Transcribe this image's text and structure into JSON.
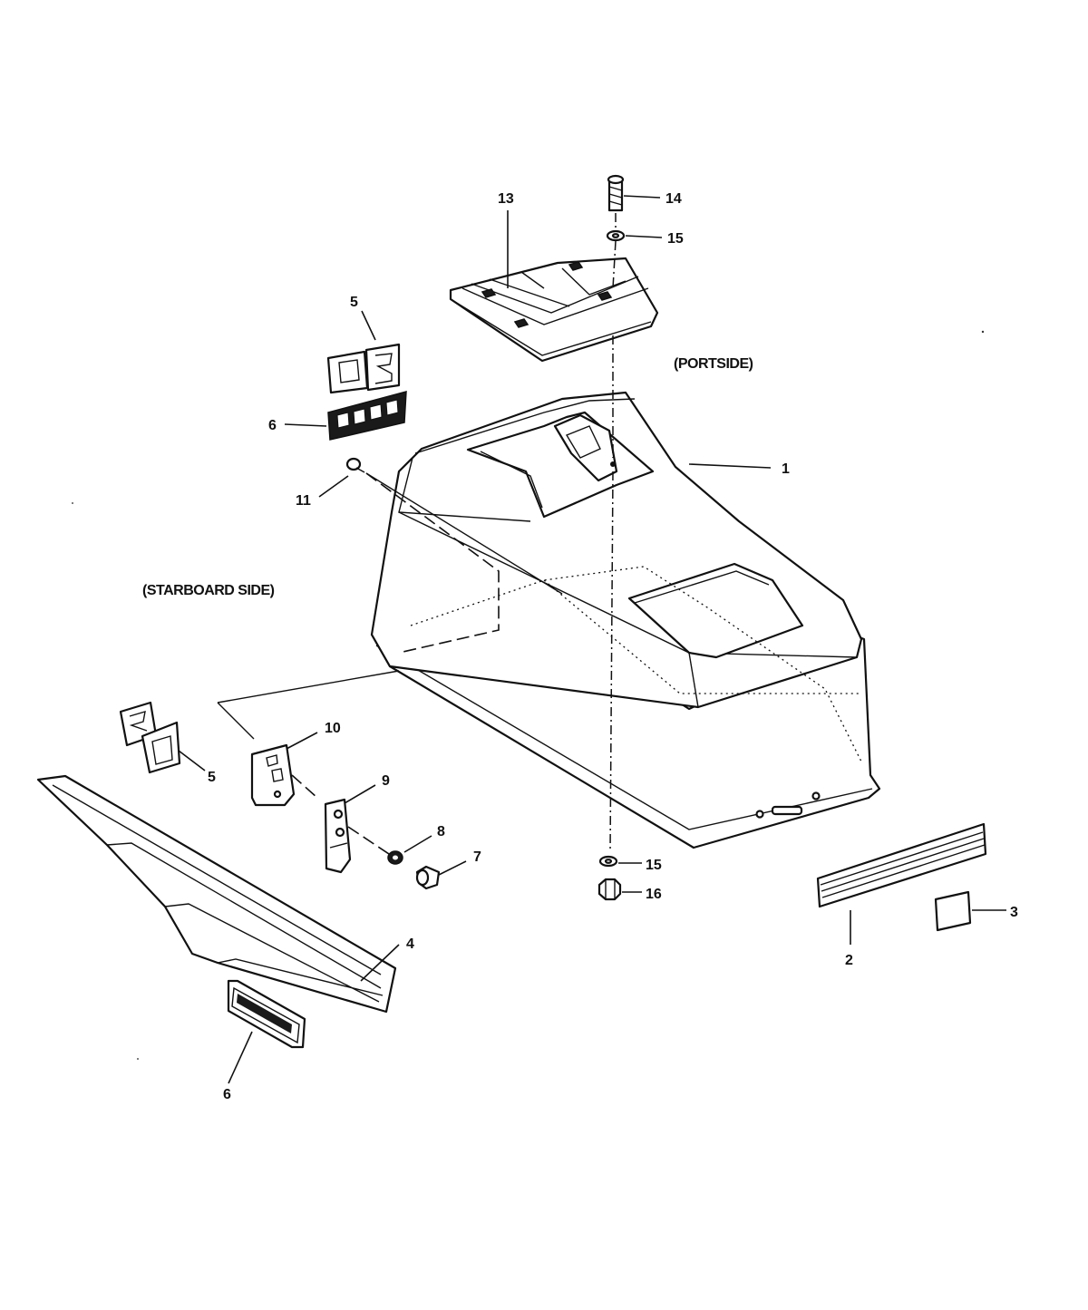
{
  "labels": {
    "portside": "(PORTSIDE)",
    "starboard": "(STARBOARD SIDE)"
  },
  "callouts": {
    "c1": "1",
    "c2": "2",
    "c3": "3",
    "c4": "4",
    "c5a": "5",
    "c5b": "5",
    "c6a": "6",
    "c6b": "6",
    "c7": "7",
    "c8": "8",
    "c9": "9",
    "c10": "10",
    "c11": "11",
    "c13": "13",
    "c14": "14",
    "c15a": "15",
    "c15b": "15",
    "c16": "16"
  }
}
